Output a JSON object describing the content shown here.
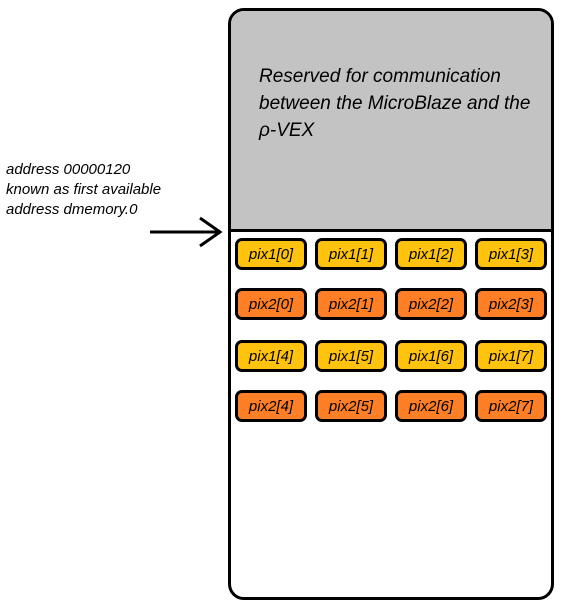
{
  "reserved": {
    "text": "Reserved for communication between the MicroBlaze and the ρ-VEX"
  },
  "annotation": {
    "line1": "address 00000120",
    "line2": "known as first available",
    "line3": "address dmemory.0"
  },
  "rows": [
    {
      "kind": "pix1",
      "cells": [
        "pix1[0]",
        "pix1[1]",
        "pix1[2]",
        "pix1[3]"
      ]
    },
    {
      "kind": "pix2",
      "cells": [
        "pix2[0]",
        "pix2[1]",
        "pix2[2]",
        "pix2[3]"
      ]
    },
    {
      "kind": "pix1",
      "cells": [
        "pix1[4]",
        "pix1[5]",
        "pix1[6]",
        "pix1[7]"
      ]
    },
    {
      "kind": "pix2",
      "cells": [
        "pix2[4]",
        "pix2[5]",
        "pix2[6]",
        "pix2[7]"
      ]
    }
  ],
  "colors": {
    "reserved_fill": "#c3c3c3",
    "pix1_fill": "#ffc20e",
    "pix2_fill": "#ff7f27"
  }
}
